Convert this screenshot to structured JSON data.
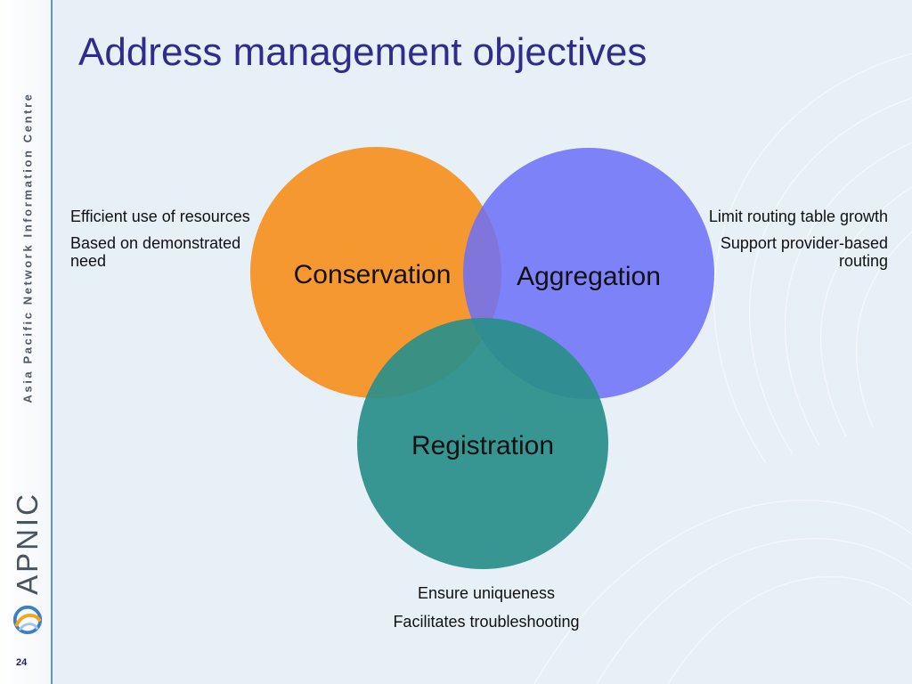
{
  "slide": {
    "title": "Address management objectives",
    "page_number": "24"
  },
  "branding": {
    "organization": "Asia Pacific Network Information Centre",
    "logo_text": "APNIC",
    "logo_icon": "apnic-swirl-icon"
  },
  "venn": {
    "circles": [
      {
        "label": "Conservation",
        "color": "#f7901e"
      },
      {
        "label": "Aggregation",
        "color": "#6b6ff8"
      },
      {
        "label": "Registration",
        "color": "#2a8f8a"
      }
    ]
  },
  "notes": {
    "conservation": [
      "Efficient use of resources",
      "Based on demonstrated need"
    ],
    "aggregation": [
      "Limit routing table growth",
      "Support provider-based routing"
    ],
    "registration": [
      "Ensure uniqueness",
      "Facilitates troubleshooting"
    ]
  },
  "colors": {
    "title": "#2e2d8e",
    "background": "#e7eff7",
    "band_border": "#5c95cd"
  }
}
